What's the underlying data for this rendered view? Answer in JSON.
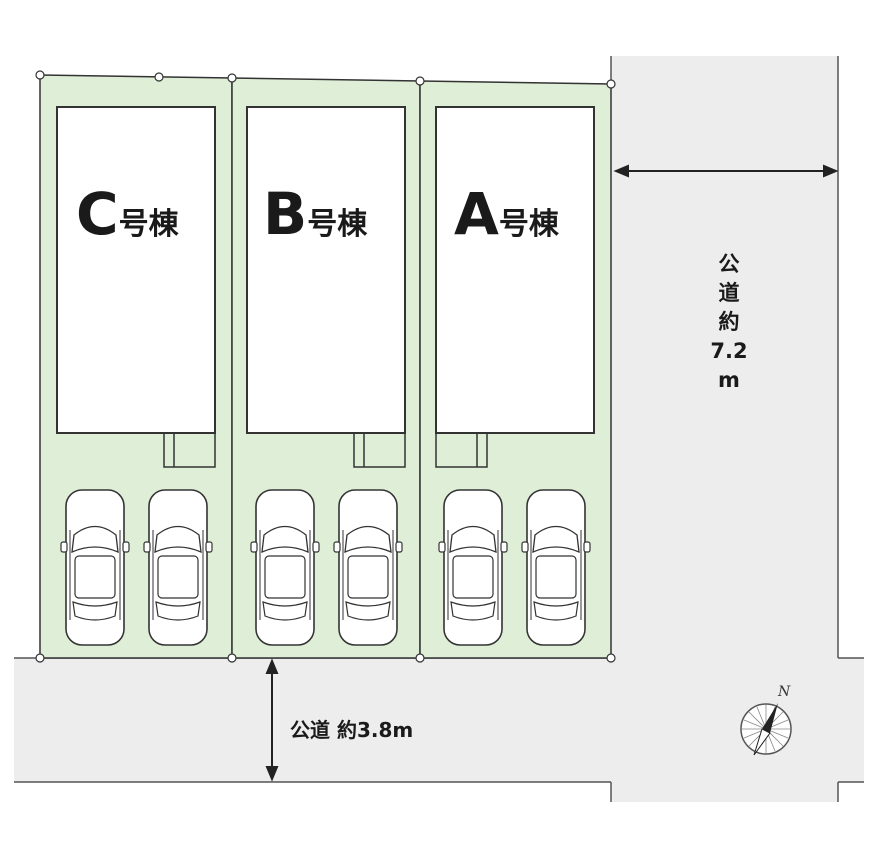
{
  "lots": [
    {
      "id": "C",
      "letter": "C",
      "suffix": "号棟"
    },
    {
      "id": "B",
      "letter": "B",
      "suffix": "号棟"
    },
    {
      "id": "A",
      "letter": "A",
      "suffix": "号棟"
    }
  ],
  "road_east": {
    "chars": [
      "公",
      "道",
      "約",
      "7.2",
      "m"
    ]
  },
  "road_south": {
    "label": "公道 約3.8m"
  },
  "compass": {
    "north_label": "N"
  },
  "colors": {
    "lot_fill": "#dfeed6",
    "road_fill": "#ededed",
    "outline": "#333333",
    "house_fill": "#ffffff"
  },
  "parking_spaces_per_lot": 2
}
